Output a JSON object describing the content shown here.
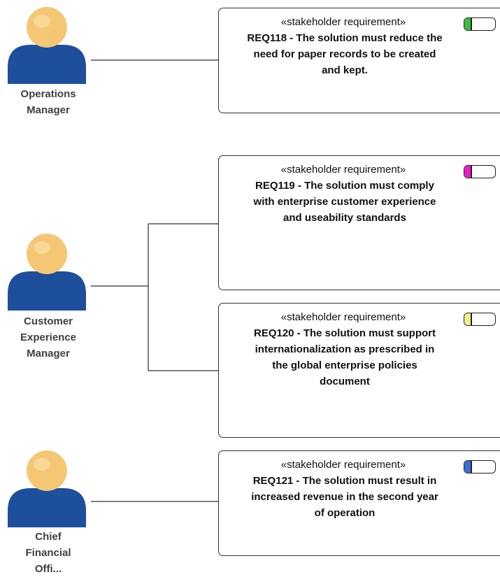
{
  "stereotype": "«stakeholder requirement»",
  "actors": [
    {
      "id": "operations-manager",
      "label_lines": [
        "Operations",
        "Manager"
      ]
    },
    {
      "id": "customer-experience-manager",
      "label_lines": [
        "Customer",
        "Experience",
        "Manager"
      ]
    },
    {
      "id": "chief-financial-officer",
      "label_lines": [
        "Chief",
        "Financial",
        "Offi..."
      ]
    }
  ],
  "requirements": [
    {
      "id": "REQ118",
      "lines": [
        "REQ118 - The solution must reduce the",
        "need for paper records to be created",
        "and kept."
      ],
      "status_color": "#3dbb3d"
    },
    {
      "id": "REQ119",
      "lines": [
        "REQ119 - The solution must comply",
        "with enterprise customer experience",
        "and useability standards"
      ],
      "status_color": "#e61ec8"
    },
    {
      "id": "REQ120",
      "lines": [
        "REQ120 - The solution must support",
        "internationalization as prescribed in",
        "the global enterprise policies",
        "document"
      ],
      "status_color": "#f2ec8a"
    },
    {
      "id": "REQ121",
      "lines": [
        "REQ121 - The solution must result in",
        "increased revenue in the second year",
        "of operation"
      ],
      "status_color": "#3a6fd8"
    }
  ],
  "colors": {
    "actor_head": "#f5c775",
    "actor_body": "#1d4f9c",
    "connector": "#555555"
  }
}
